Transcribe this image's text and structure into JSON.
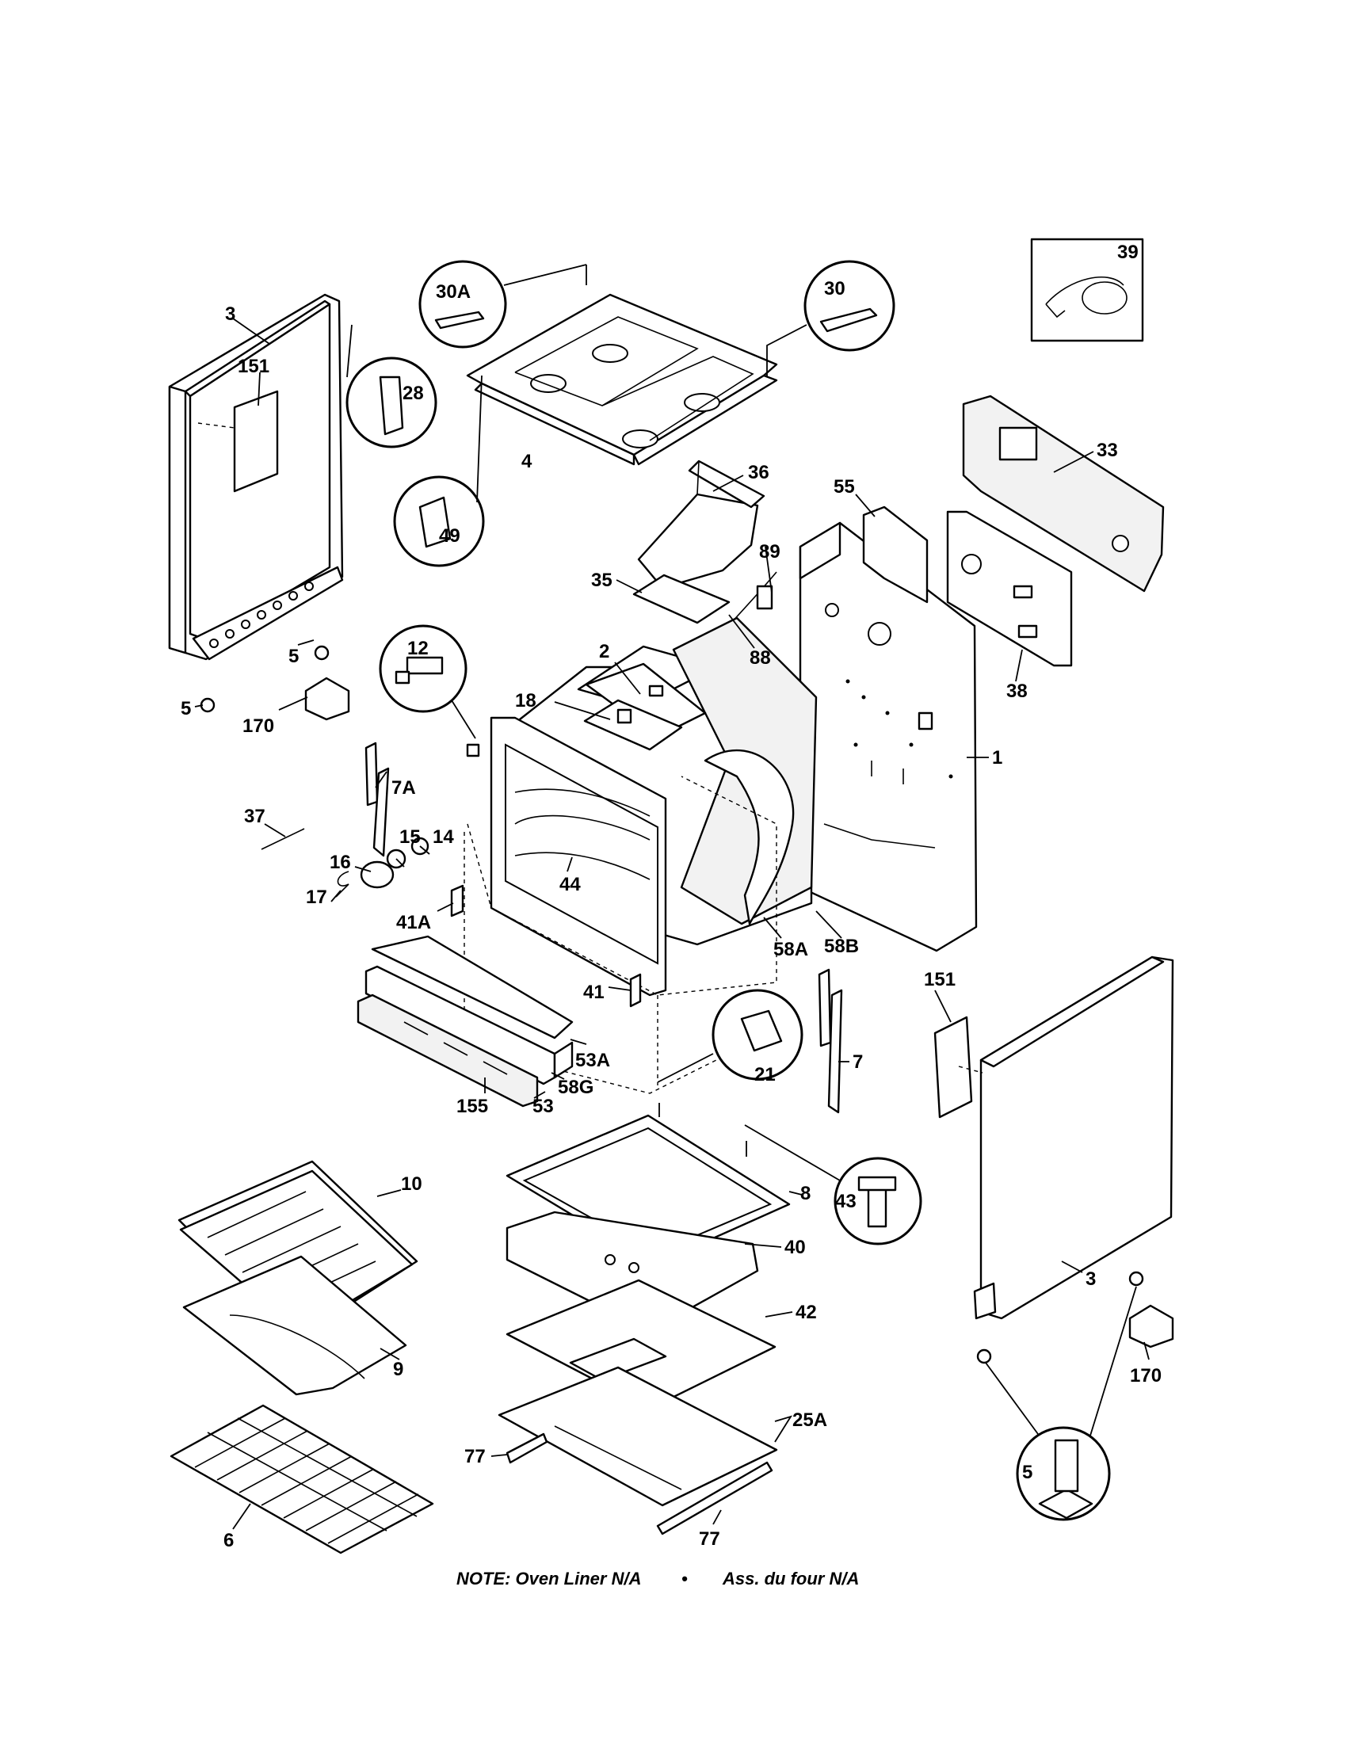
{
  "parts": [
    {
      "id": "3-left",
      "label": "3"
    },
    {
      "id": "151-left",
      "label": "151"
    },
    {
      "id": "28",
      "label": "28"
    },
    {
      "id": "30A",
      "label": "30A"
    },
    {
      "id": "30",
      "label": "30"
    },
    {
      "id": "39",
      "label": "39"
    },
    {
      "id": "4",
      "label": "4"
    },
    {
      "id": "49",
      "label": "49"
    },
    {
      "id": "33",
      "label": "33"
    },
    {
      "id": "36",
      "label": "36"
    },
    {
      "id": "55",
      "label": "55"
    },
    {
      "id": "35",
      "label": "35"
    },
    {
      "id": "89",
      "label": "89"
    },
    {
      "id": "88",
      "label": "88"
    },
    {
      "id": "38",
      "label": "38"
    },
    {
      "id": "5-a",
      "label": "5"
    },
    {
      "id": "5-b",
      "label": "5"
    },
    {
      "id": "12",
      "label": "12"
    },
    {
      "id": "2",
      "label": "2"
    },
    {
      "id": "170-left",
      "label": "170"
    },
    {
      "id": "18",
      "label": "18"
    },
    {
      "id": "1",
      "label": "1"
    },
    {
      "id": "7A",
      "label": "7A"
    },
    {
      "id": "37",
      "label": "37"
    },
    {
      "id": "15",
      "label": "15"
    },
    {
      "id": "14",
      "label": "14"
    },
    {
      "id": "16",
      "label": "16"
    },
    {
      "id": "17",
      "label": "17"
    },
    {
      "id": "44",
      "label": "44"
    },
    {
      "id": "41A",
      "label": "41A"
    },
    {
      "id": "58A",
      "label": "58A"
    },
    {
      "id": "58B",
      "label": "58B"
    },
    {
      "id": "151-right",
      "label": "151"
    },
    {
      "id": "41",
      "label": "41"
    },
    {
      "id": "53A",
      "label": "53A"
    },
    {
      "id": "21",
      "label": "21"
    },
    {
      "id": "7",
      "label": "7"
    },
    {
      "id": "58G",
      "label": "58G"
    },
    {
      "id": "155",
      "label": "155"
    },
    {
      "id": "53",
      "label": "53"
    },
    {
      "id": "10",
      "label": "10"
    },
    {
      "id": "8",
      "label": "8"
    },
    {
      "id": "43",
      "label": "43"
    },
    {
      "id": "40",
      "label": "40"
    },
    {
      "id": "3-right",
      "label": "3"
    },
    {
      "id": "42",
      "label": "42"
    },
    {
      "id": "9",
      "label": "9"
    },
    {
      "id": "170-right",
      "label": "170"
    },
    {
      "id": "25A",
      "label": "25A"
    },
    {
      "id": "5-callout",
      "label": "5"
    },
    {
      "id": "77-a",
      "label": "77"
    },
    {
      "id": "77-b",
      "label": "77"
    },
    {
      "id": "6",
      "label": "6"
    }
  ],
  "note": {
    "left": "NOTE: Oven Liner N/A",
    "separator": "•",
    "right": "Ass. du four N/A"
  }
}
